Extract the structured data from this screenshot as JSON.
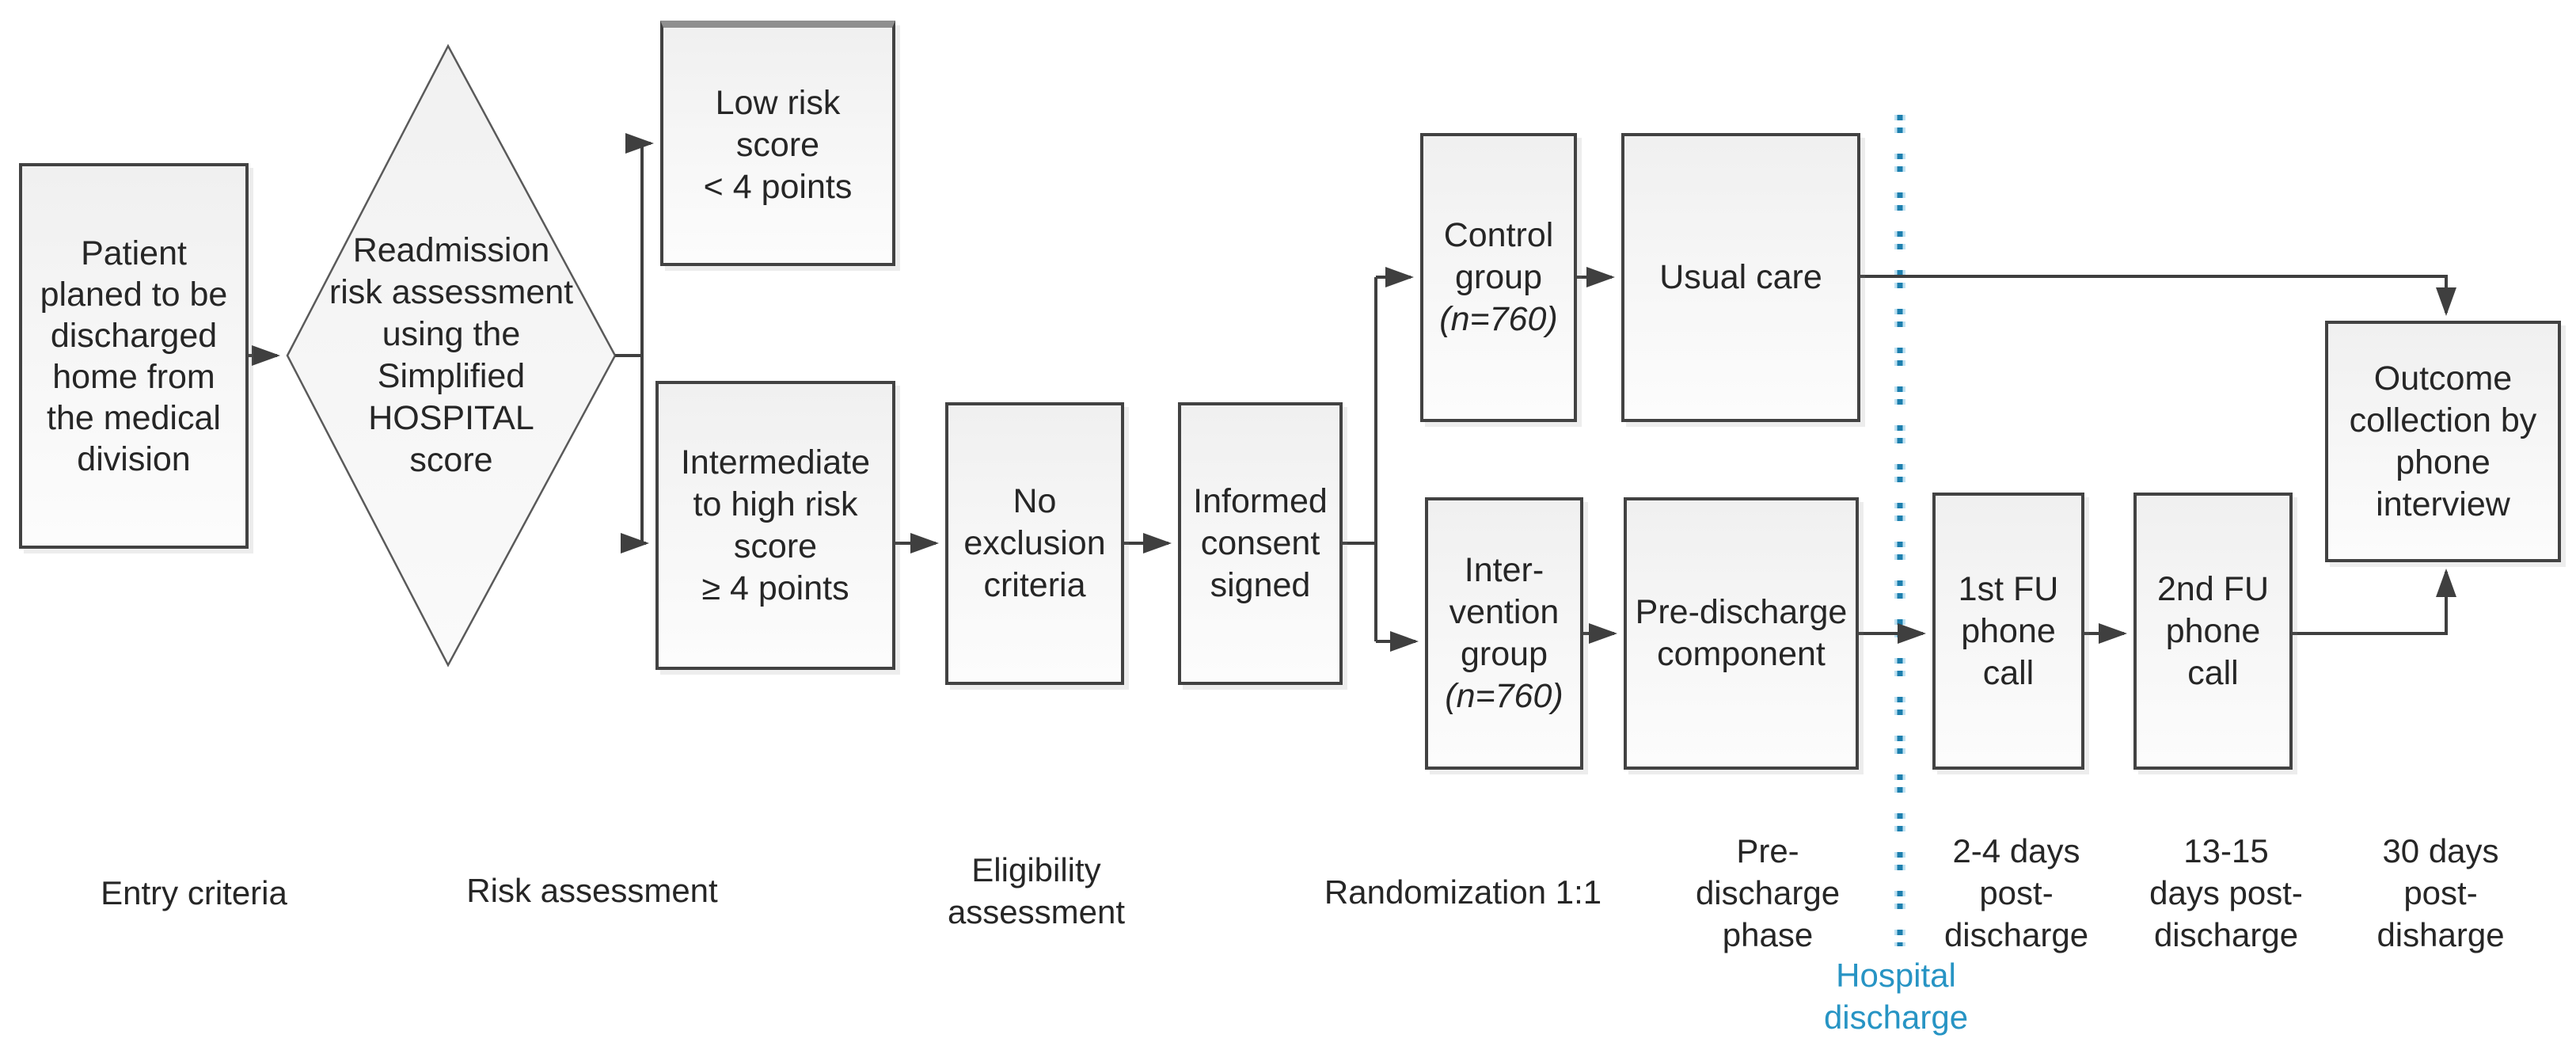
{
  "diagram": {
    "boxes": {
      "patient": {
        "label": "Patient\nplaned to be\ndischarged\nhome from\nthe medical\ndivision"
      },
      "risk_diamond": {
        "label": "Readmission\nrisk assessment\nusing the\nSimplified\nHOSPITAL\nscore"
      },
      "low_risk": {
        "label": "Low risk\nscore\n< 4 points"
      },
      "intermediate": {
        "label": "Intermediate\nto high risk\nscore\n≥ 4 points"
      },
      "no_exclusion": {
        "label": "No\nexclusion\ncriteria"
      },
      "informed_consent": {
        "label": "Informed\nconsent\nsigned"
      },
      "control": {
        "label": "Control\ngroup",
        "n": "(n=760)"
      },
      "usual_care": {
        "label": "Usual care"
      },
      "intervention": {
        "label": "Inter-\nvention\ngroup",
        "n": "(n=760)"
      },
      "pre_discharge": {
        "label": "Pre-discharge\ncomponent"
      },
      "fu1": {
        "label": "1st FU\nphone\ncall"
      },
      "fu2": {
        "label": "2nd FU\nphone\ncall"
      },
      "outcome": {
        "label": "Outcome\ncollection by\nphone\ninterview"
      }
    },
    "stage_labels": [
      "Entry criteria",
      "Risk assessment",
      "Eligibility\nassessment",
      "Randomization 1:1",
      "Pre-\ndischarge\nphase",
      "2-4 days\npost-\ndischarge",
      "13-15\ndays post-\ndischarge",
      "30 days\npost-\ndisharge"
    ],
    "milestone": {
      "label": "Hospital\ndischarge"
    },
    "colors": {
      "connector": "#3f3f3f",
      "box_border": "#424242",
      "box_fill": "#f2f2f2",
      "text": "#262626",
      "discharge_line": "#1d7fae",
      "discharge_text": "#2794c4"
    }
  }
}
